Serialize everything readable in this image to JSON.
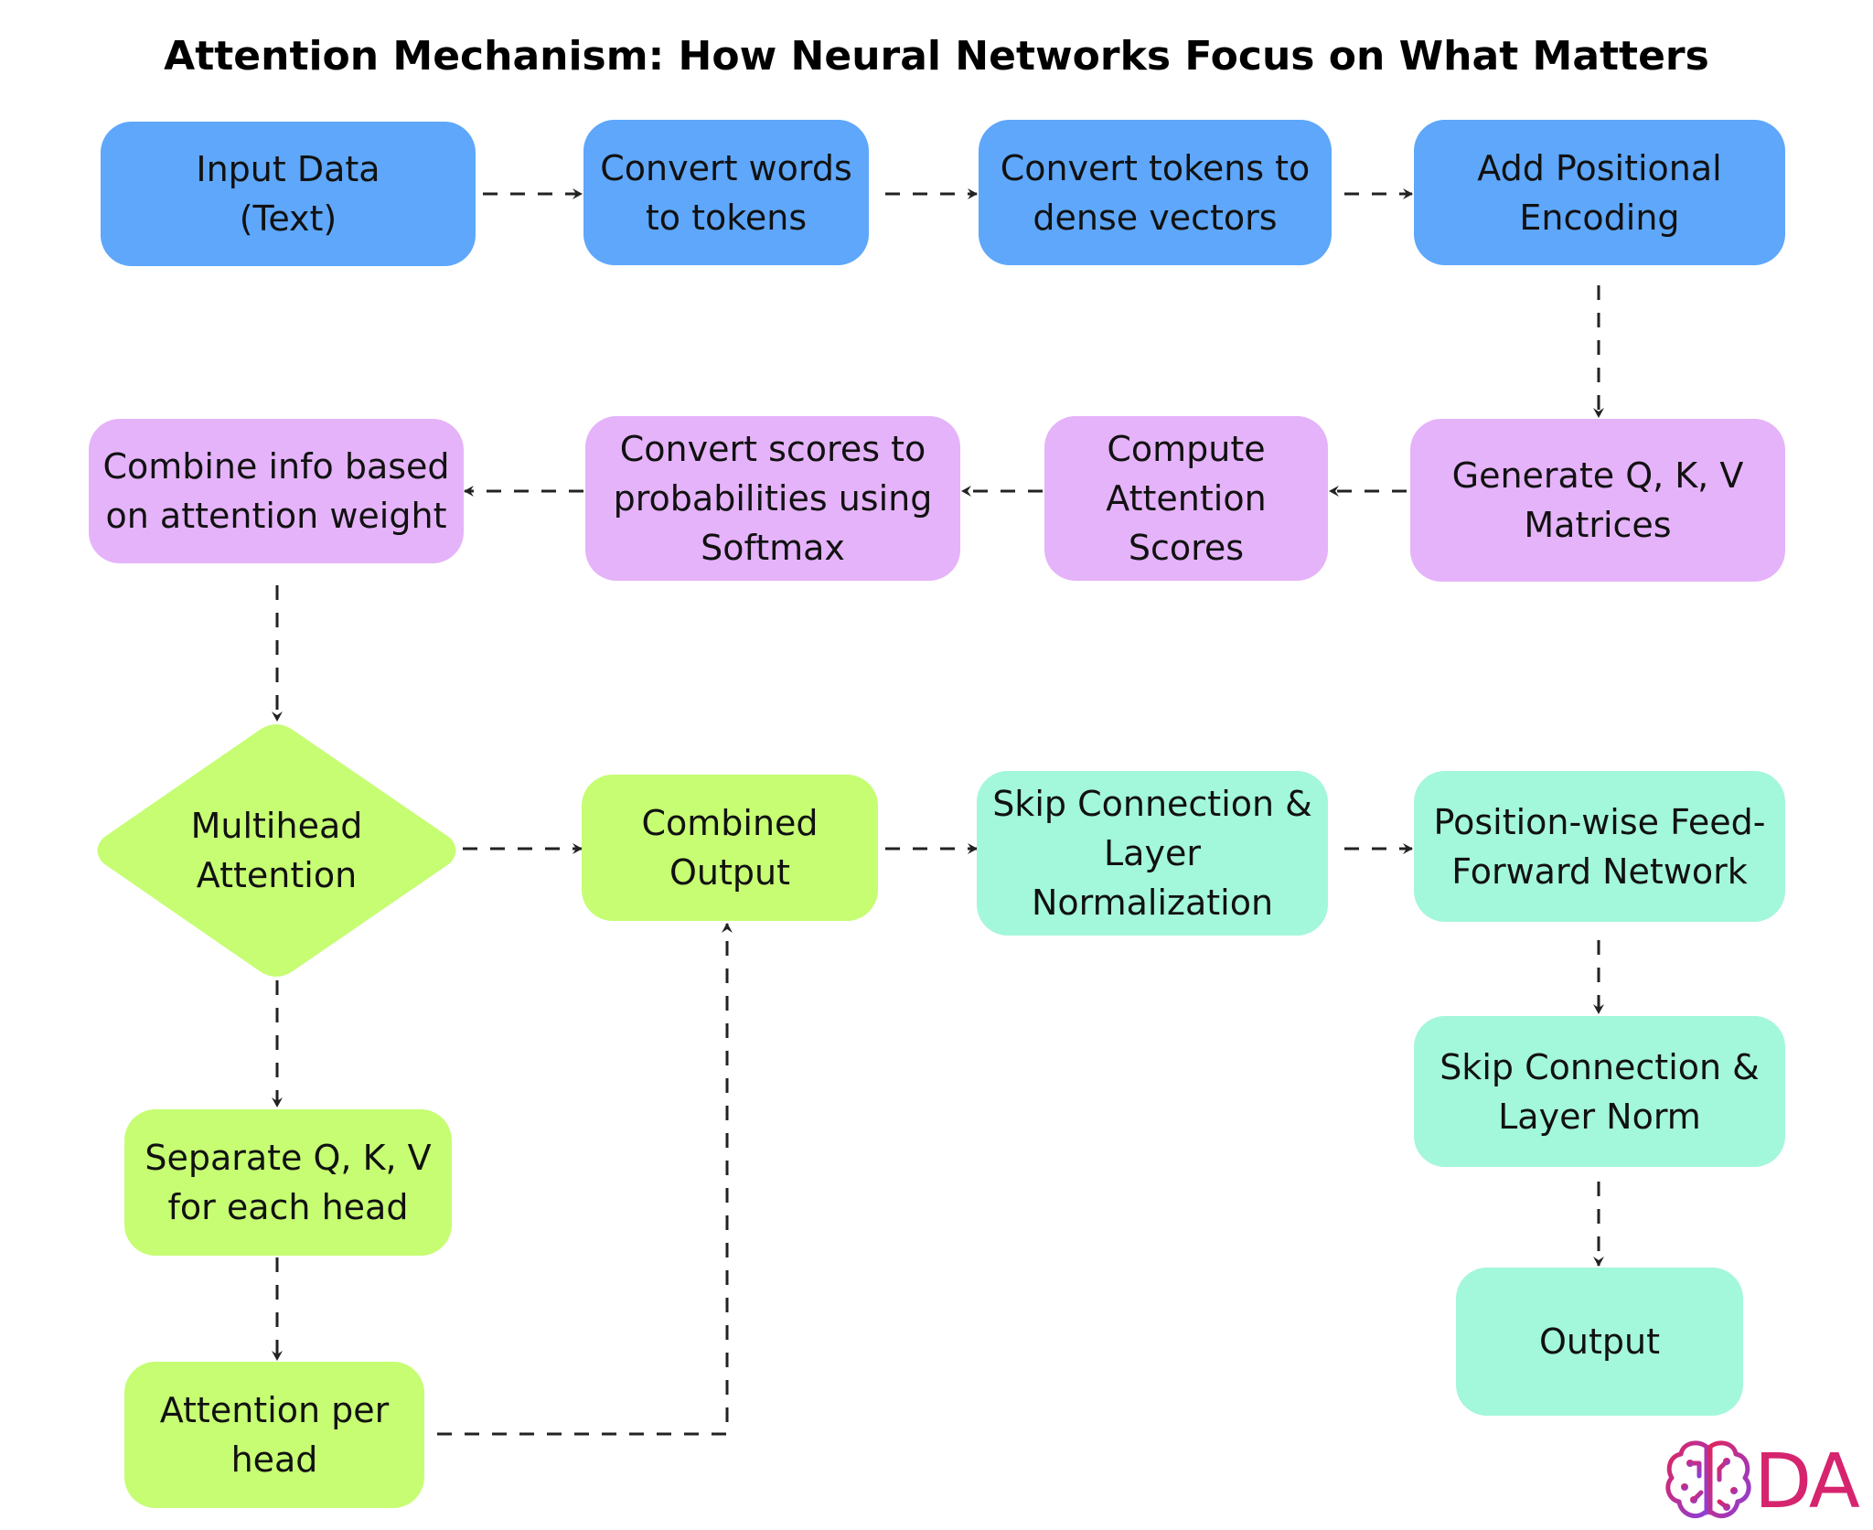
{
  "title": "Attention Mechanism: How Neural Networks Focus on What Matters",
  "colors": {
    "blue": "#5ea7fb",
    "purple": "#e5b3f9",
    "lime": "#c6fd73",
    "mint": "#a3f7da",
    "arrow": "#222222",
    "logo_pink": "#d6246e",
    "logo_purple": "#8b3fd9"
  },
  "nodes": {
    "input_data": "Input Data\n(Text)",
    "words_to_tokens": "Convert words\nto tokens",
    "tokens_to_vectors": "Convert tokens to\ndense vectors",
    "positional_encoding": "Add Positional\nEncoding",
    "generate_qkv": "Generate Q, K, V\nMatrices",
    "compute_scores": "Compute\nAttention\nScores",
    "softmax": "Convert scores to\nprobabilities using\nSoftmax",
    "combine_info": "Combine info based\non attention weight",
    "multihead": "Multihead\nAttention",
    "combined_output": "Combined\nOutput",
    "skip_layer_norm_1": "Skip Connection &\nLayer\nNormalization",
    "feed_forward": "Position-wise Feed-\nForward Network",
    "separate_qkv": "Separate Q, K, V\nfor each head",
    "attention_per_head": "Attention per\nhead",
    "skip_layer_norm_2": "Skip Connection &\nLayer Norm",
    "output": "Output"
  },
  "logo": {
    "icon": "brain-circuit-icon",
    "text": "DA"
  }
}
